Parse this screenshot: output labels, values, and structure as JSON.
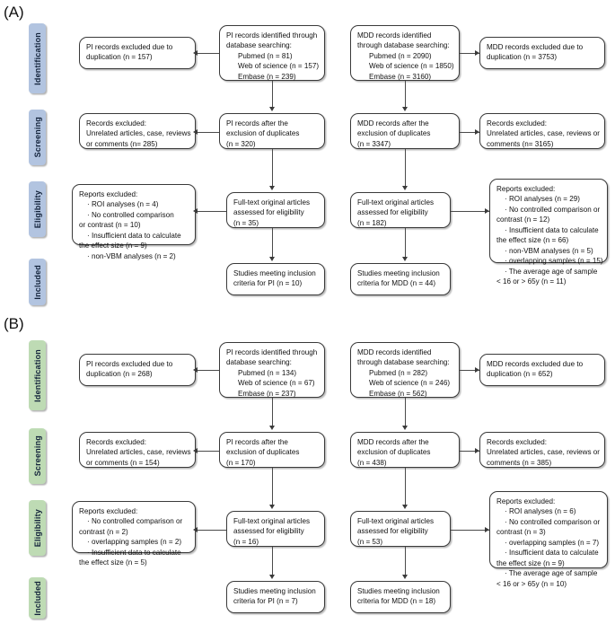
{
  "figure": {
    "type": "prisma-flow-diagram",
    "colors": {
      "panel_a_stage_fill": "#b2c4e0",
      "panel_b_stage_fill": "#bedbb4",
      "box_border": "#3a3a3a",
      "background": "#ffffff"
    }
  },
  "panels": [
    {
      "id": "A",
      "label": "(A)",
      "stages": [
        {
          "name": "identification",
          "label": "Identification"
        },
        {
          "name": "screening",
          "label": "Screening"
        },
        {
          "name": "eligibility",
          "label": "Eligibility"
        },
        {
          "name": "included",
          "label": "Included"
        }
      ],
      "boxes": {
        "pi_identified": {
          "lines": [
            {
              "text": "PI records identified through",
              "style": "plain"
            },
            {
              "text": "database searching:",
              "style": "plain"
            },
            {
              "text": "Pubmed (n = 81)",
              "style": "indent"
            },
            {
              "text": "Web of science (n = 157)",
              "style": "indent"
            },
            {
              "text": "Embase (n = 239)",
              "style": "indent"
            }
          ]
        },
        "pi_excluded_dup": {
          "lines": [
            {
              "text": "PI records excluded due to",
              "style": "plain"
            },
            {
              "text": "duplication (n = 157)",
              "style": "plain"
            }
          ]
        },
        "mdd_identified": {
          "lines": [
            {
              "text": "MDD records identified",
              "style": "plain"
            },
            {
              "text": "through database searching:",
              "style": "plain"
            },
            {
              "text": "Pubmed (n = 2090)",
              "style": "indent"
            },
            {
              "text": "Web of science (n = 1850)",
              "style": "indent"
            },
            {
              "text": "Embase (n = 3160)",
              "style": "indent"
            }
          ]
        },
        "mdd_excluded_dup": {
          "lines": [
            {
              "text": "MDD records excluded due to",
              "style": "plain"
            },
            {
              "text": "duplication (n = 3753)",
              "style": "plain"
            }
          ]
        },
        "pi_after_dup": {
          "lines": [
            {
              "text": "PI records after the",
              "style": "plain"
            },
            {
              "text": "exclusion of duplicates",
              "style": "plain"
            },
            {
              "text": " (n = 320)",
              "style": "plain"
            }
          ]
        },
        "pi_records_excluded": {
          "lines": [
            {
              "text": "Records excluded:",
              "style": "plain"
            },
            {
              "text": "Unrelated articles, case, reviews",
              "style": "plain"
            },
            {
              "text": "or comments (n= 285)",
              "style": "plain"
            }
          ]
        },
        "mdd_after_dup": {
          "lines": [
            {
              "text": "MDD records after the",
              "style": "plain"
            },
            {
              "text": "exclusion of duplicates",
              "style": "plain"
            },
            {
              "text": "(n = 3347)",
              "style": "plain"
            }
          ]
        },
        "mdd_records_excluded": {
          "lines": [
            {
              "text": "Records excluded:",
              "style": "plain"
            },
            {
              "text": "Unrelated articles, case, reviews or",
              "style": "plain"
            },
            {
              "text": "comments (n= 3165)",
              "style": "plain"
            }
          ]
        },
        "pi_fulltext": {
          "lines": [
            {
              "text": "Full-text original articles",
              "style": "plain"
            },
            {
              "text": "assessed for eligibility",
              "style": "plain"
            },
            {
              "text": "(n = 35)",
              "style": "plain"
            }
          ]
        },
        "pi_reports_excluded": {
          "lines": [
            {
              "text": "Reports excluded:",
              "style": "plain"
            },
            {
              "text": "· ROI analyses (n = 4)",
              "style": "bullet"
            },
            {
              "text": "· No controlled comparison",
              "style": "bullet"
            },
            {
              "text": "or contrast (n = 10)",
              "style": "plain"
            },
            {
              "text": "· Insufficient data to calculate",
              "style": "bullet"
            },
            {
              "text": "the effect size (n = 9)",
              "style": "plain"
            },
            {
              "text": "· non-VBM analyses (n = 2)",
              "style": "bullet"
            }
          ]
        },
        "mdd_fulltext": {
          "lines": [
            {
              "text": "Full-text original articles",
              "style": "plain"
            },
            {
              "text": "assessed for eligibility",
              "style": "plain"
            },
            {
              "text": "(n = 182)",
              "style": "plain"
            }
          ]
        },
        "mdd_reports_excluded": {
          "lines": [
            {
              "text": "Reports excluded:",
              "style": "plain"
            },
            {
              "text": "· ROI analyses (n = 29)",
              "style": "bullet"
            },
            {
              "text": "· No controlled comparison or",
              "style": "bullet"
            },
            {
              "text": "contrast (n = 12)",
              "style": "plain"
            },
            {
              "text": "· Insufficient data to calculate",
              "style": "bullet"
            },
            {
              "text": "the effect size (n = 66)",
              "style": "plain"
            },
            {
              "text": "· non-VBM analyses (n = 5)",
              "style": "bullet"
            },
            {
              "text": "· overlapping samples (n = 15)",
              "style": "bullet"
            },
            {
              "text": "· The average age of sample",
              "style": "bullet"
            },
            {
              "text": "< 16 or > 65y (n = 11)",
              "style": "plain"
            }
          ]
        },
        "pi_included": {
          "lines": [
            {
              "text": "Studies meeting inclusion",
              "style": "plain"
            },
            {
              "text": "criteria for PI (n = 10)",
              "style": "plain"
            }
          ]
        },
        "mdd_included": {
          "lines": [
            {
              "text": "Studies meeting inclusion",
              "style": "plain"
            },
            {
              "text": "criteria for MDD (n = 44)",
              "style": "plain"
            }
          ]
        }
      }
    },
    {
      "id": "B",
      "label": "(B)",
      "stages": [
        {
          "name": "identification",
          "label": "Identification"
        },
        {
          "name": "screening",
          "label": "Screening"
        },
        {
          "name": "eligibility",
          "label": "Eligibility"
        },
        {
          "name": "included",
          "label": "Included"
        }
      ],
      "boxes": {
        "pi_identified": {
          "lines": [
            {
              "text": "PI records identified through",
              "style": "plain"
            },
            {
              "text": "database searching:",
              "style": "plain"
            },
            {
              "text": "Pubmed (n = 134)",
              "style": "indent"
            },
            {
              "text": "Web of science (n = 67)",
              "style": "indent"
            },
            {
              "text": "Embase (n = 237)",
              "style": "indent"
            }
          ]
        },
        "pi_excluded_dup": {
          "lines": [
            {
              "text": "PI records excluded due to",
              "style": "plain"
            },
            {
              "text": "duplication (n = 268)",
              "style": "plain"
            }
          ]
        },
        "mdd_identified": {
          "lines": [
            {
              "text": "MDD records identified",
              "style": "plain"
            },
            {
              "text": "through database searching:",
              "style": "plain"
            },
            {
              "text": "Pubmed (n = 282)",
              "style": "indent"
            },
            {
              "text": "Web of science (n = 246)",
              "style": "indent"
            },
            {
              "text": "Embase (n = 562)",
              "style": "indent"
            }
          ]
        },
        "mdd_excluded_dup": {
          "lines": [
            {
              "text": "MDD records excluded due to",
              "style": "plain"
            },
            {
              "text": "duplication (n = 652)",
              "style": "plain"
            }
          ]
        },
        "pi_after_dup": {
          "lines": [
            {
              "text": "PI records after the",
              "style": "plain"
            },
            {
              "text": "exclusion of duplicates",
              "style": "plain"
            },
            {
              "text": " (n = 170)",
              "style": "plain"
            }
          ]
        },
        "pi_records_excluded": {
          "lines": [
            {
              "text": "Records excluded:",
              "style": "plain"
            },
            {
              "text": "Unrelated articles, case, reviews",
              "style": "plain"
            },
            {
              "text": "or comments (n = 154)",
              "style": "plain"
            }
          ]
        },
        "mdd_after_dup": {
          "lines": [
            {
              "text": "MDD records after the",
              "style": "plain"
            },
            {
              "text": "exclusion of duplicates",
              "style": "plain"
            },
            {
              "text": "(n = 438)",
              "style": "plain"
            }
          ]
        },
        "mdd_records_excluded": {
          "lines": [
            {
              "text": "Records excluded:",
              "style": "plain"
            },
            {
              "text": "Unrelated articles, case, reviews or",
              "style": "plain"
            },
            {
              "text": "comments  (n = 385)",
              "style": "plain"
            }
          ]
        },
        "pi_fulltext": {
          "lines": [
            {
              "text": "Full-text original articles",
              "style": "plain"
            },
            {
              "text": "assessed for eligibility",
              "style": "plain"
            },
            {
              "text": "(n = 16)",
              "style": "plain"
            }
          ]
        },
        "pi_reports_excluded": {
          "lines": [
            {
              "text": "Reports excluded:",
              "style": "plain"
            },
            {
              "text": "· No controlled comparison or",
              "style": "bullet"
            },
            {
              "text": "contrast (n = 2)",
              "style": "plain"
            },
            {
              "text": "· overlapping samples (n = 2)",
              "style": "bullet"
            },
            {
              "text": "· Insufficient data to calculate",
              "style": "bullet"
            },
            {
              "text": "the effect size (n = 5)",
              "style": "plain"
            }
          ]
        },
        "mdd_fulltext": {
          "lines": [
            {
              "text": "Full-text original articles",
              "style": "plain"
            },
            {
              "text": "assessed for eligibility",
              "style": "plain"
            },
            {
              "text": "(n = 53)",
              "style": "plain"
            }
          ]
        },
        "mdd_reports_excluded": {
          "lines": [
            {
              "text": "Reports excluded:",
              "style": "plain"
            },
            {
              "text": "· ROI analyses (n = 6)",
              "style": "bullet"
            },
            {
              "text": "· No controlled comparison or",
              "style": "bullet"
            },
            {
              "text": "contrast (n = 3)",
              "style": "plain"
            },
            {
              "text": "· overlapping samples (n = 7)",
              "style": "bullet"
            },
            {
              "text": "· Insufficient data to calculate",
              "style": "bullet"
            },
            {
              "text": "the effect size (n = 9)",
              "style": "plain"
            },
            {
              "text": "· The average age of sample",
              "style": "bullet"
            },
            {
              "text": "< 16 or > 65y (n = 10)",
              "style": "plain"
            }
          ]
        },
        "pi_included": {
          "lines": [
            {
              "text": "Studies meeting inclusion",
              "style": "plain"
            },
            {
              "text": "criteria for PI (n = 7)",
              "style": "plain"
            }
          ]
        },
        "mdd_included": {
          "lines": [
            {
              "text": "Studies meeting inclusion",
              "style": "plain"
            },
            {
              "text": "criteria for MDD (n = 18)",
              "style": "plain"
            }
          ]
        }
      }
    }
  ]
}
